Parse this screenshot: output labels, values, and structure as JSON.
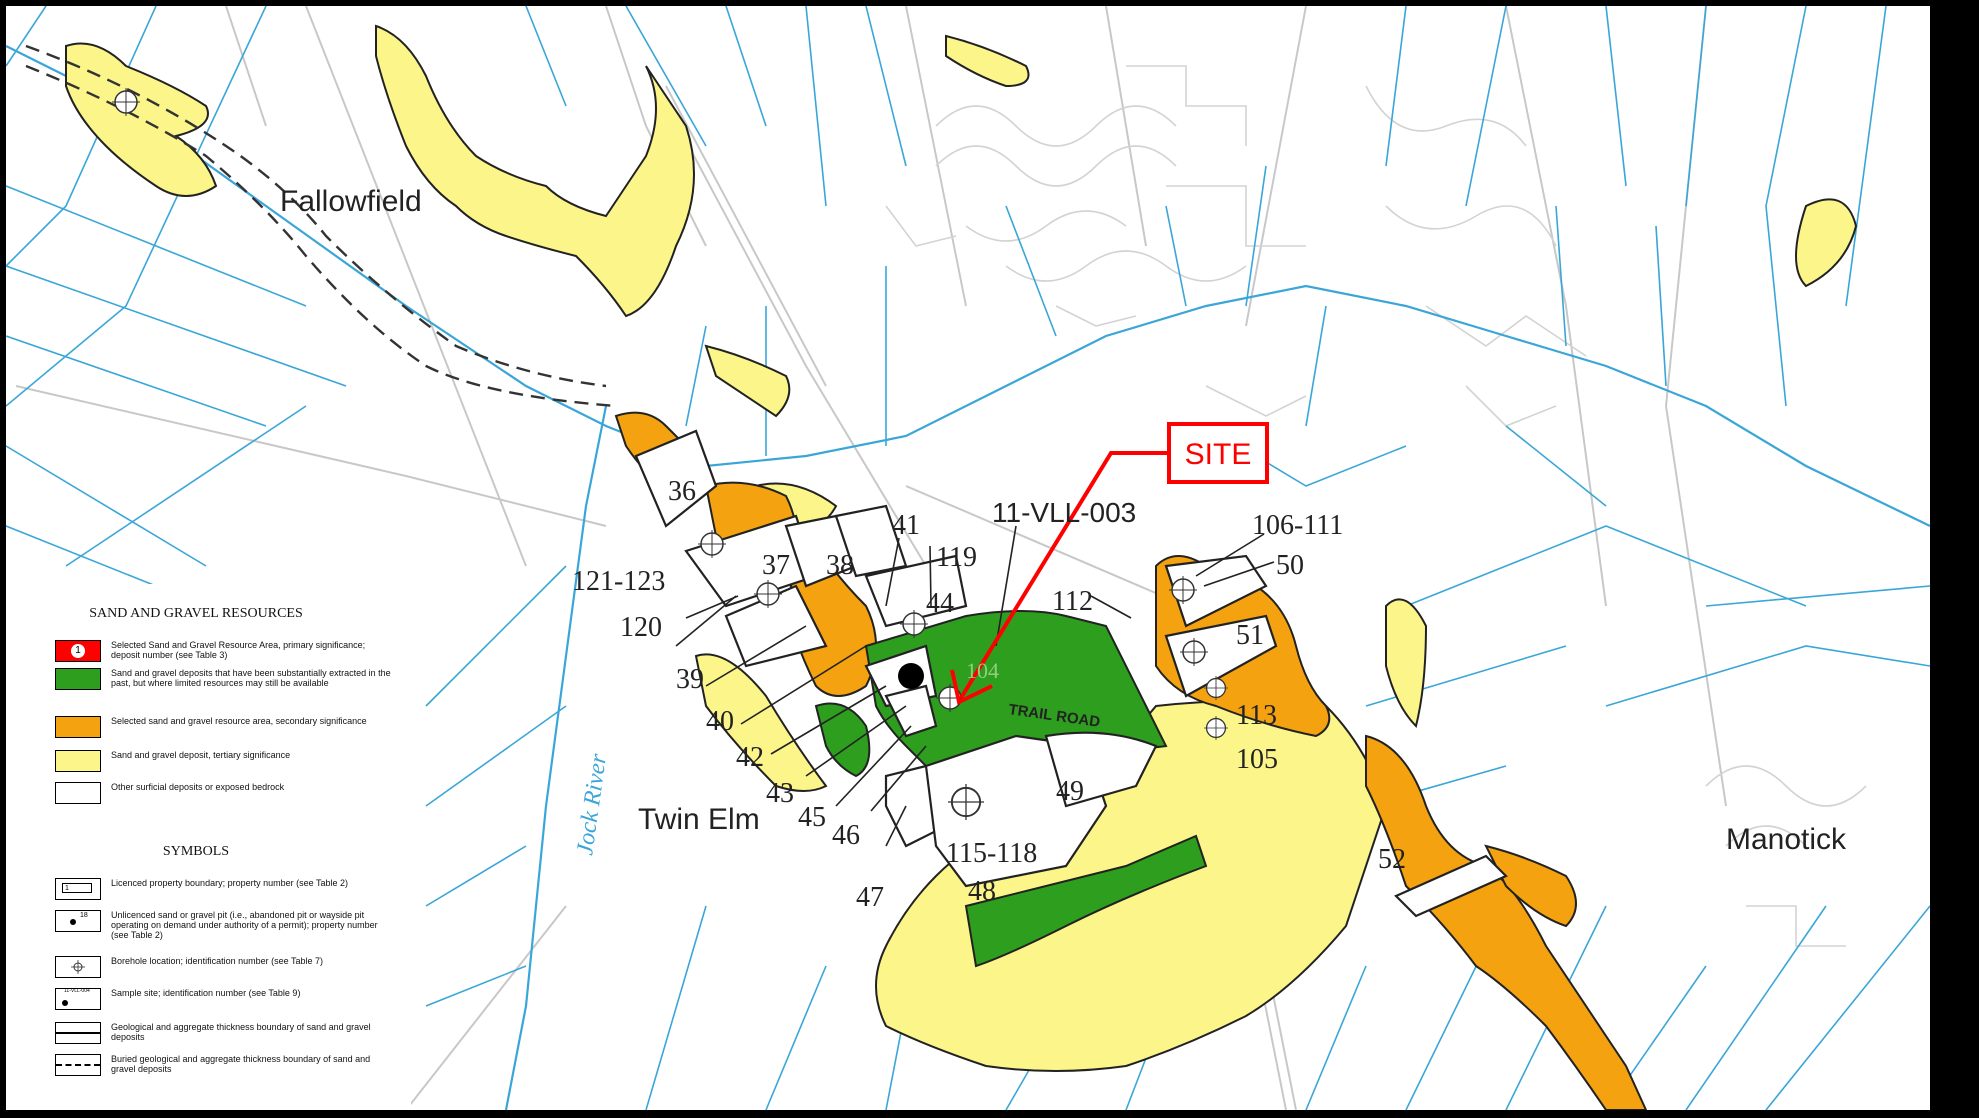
{
  "colors": {
    "primary": "#ff0000",
    "depleted": "#2e9e1e",
    "secondary": "#f4a20f",
    "tertiary": "#fbf58a",
    "water": "#3aa6d8",
    "roads": "#c8c8c8",
    "site": "#ff0000"
  },
  "places": {
    "fallowfield": "Fallowfield",
    "twin_elm": "Twin Elm",
    "manotick": "Manotick",
    "jock_river": "Jock River",
    "trail_road": "TRAIL ROAD"
  },
  "site_label": "SITE",
  "deposit_numbers": {
    "n36": "36",
    "n37": "37",
    "n38": "38",
    "n39": "39",
    "n40": "40",
    "n41": "41",
    "n42": "42",
    "n43": "43",
    "n44": "44",
    "n45": "45",
    "n46": "46",
    "n47": "47",
    "n48": "48",
    "n49": "49",
    "n50": "50",
    "n51": "51",
    "n52": "52",
    "n105": "105",
    "n112": "112",
    "n113": "113",
    "n119": "119",
    "n120": "120",
    "n104": "104",
    "n121_123": "121-123",
    "n106_111": "106-111",
    "n115_118": "115-118",
    "sample": "11-VLL-003"
  },
  "legend": {
    "resources_title": "SAND AND GRAVEL RESOURCES",
    "primary_number": "1",
    "primary": "Selected Sand and Gravel Resource Area, primary significance; deposit number (see Table 3)",
    "depleted": "Sand and gravel deposits that have been substantially extracted in the past, but where limited resources may still be available",
    "secondary": "Selected sand and gravel resource area, secondary significance",
    "tertiary": "Sand and gravel deposit, tertiary significance",
    "other": "Other surficial deposits or exposed bedrock",
    "symbols_title": "SYMBOLS",
    "licenced_number": "1",
    "licenced": "Licenced property boundary; property number (see Table 2)",
    "unlicenced_number": "18",
    "unlicenced": "Unlicenced sand or gravel pit (i.e., abandoned pit or wayside pit operating on demand under authority of a permit); property number (see Table 2)",
    "borehole": "Borehole location; identification number (see Table 7)",
    "sample_id": "11-VLL-004",
    "sample": "Sample site; identification number (see Table 9)",
    "boundary": "Geological and aggregate thickness boundary of sand and gravel deposits",
    "buried": "Buried geological and aggregate thickness boundary of sand and gravel deposits"
  }
}
